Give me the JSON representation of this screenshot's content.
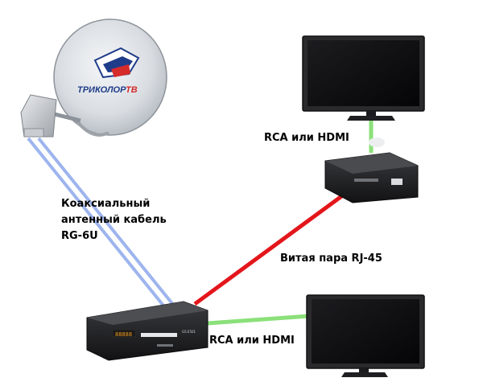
{
  "diagram": {
    "dish": {
      "brand_text": "ТРИКОЛОР ТВ",
      "brand_color": "#d52b2b"
    },
    "labels": {
      "coax_line1": "Коаксиальный",
      "coax_line2": "антенный кабель",
      "coax_line3": "RG-6U",
      "rca_top": "RCA или HDMI",
      "twisted_pair": "Витая пара RJ-45",
      "rca_bottom": "RCA или HDMI"
    },
    "main_receiver": {
      "display": "88888",
      "model": "GS E501"
    },
    "cable_colors": {
      "coax": "#9db4ee",
      "rj45": "#e3161b",
      "video": "#8be07a"
    }
  }
}
